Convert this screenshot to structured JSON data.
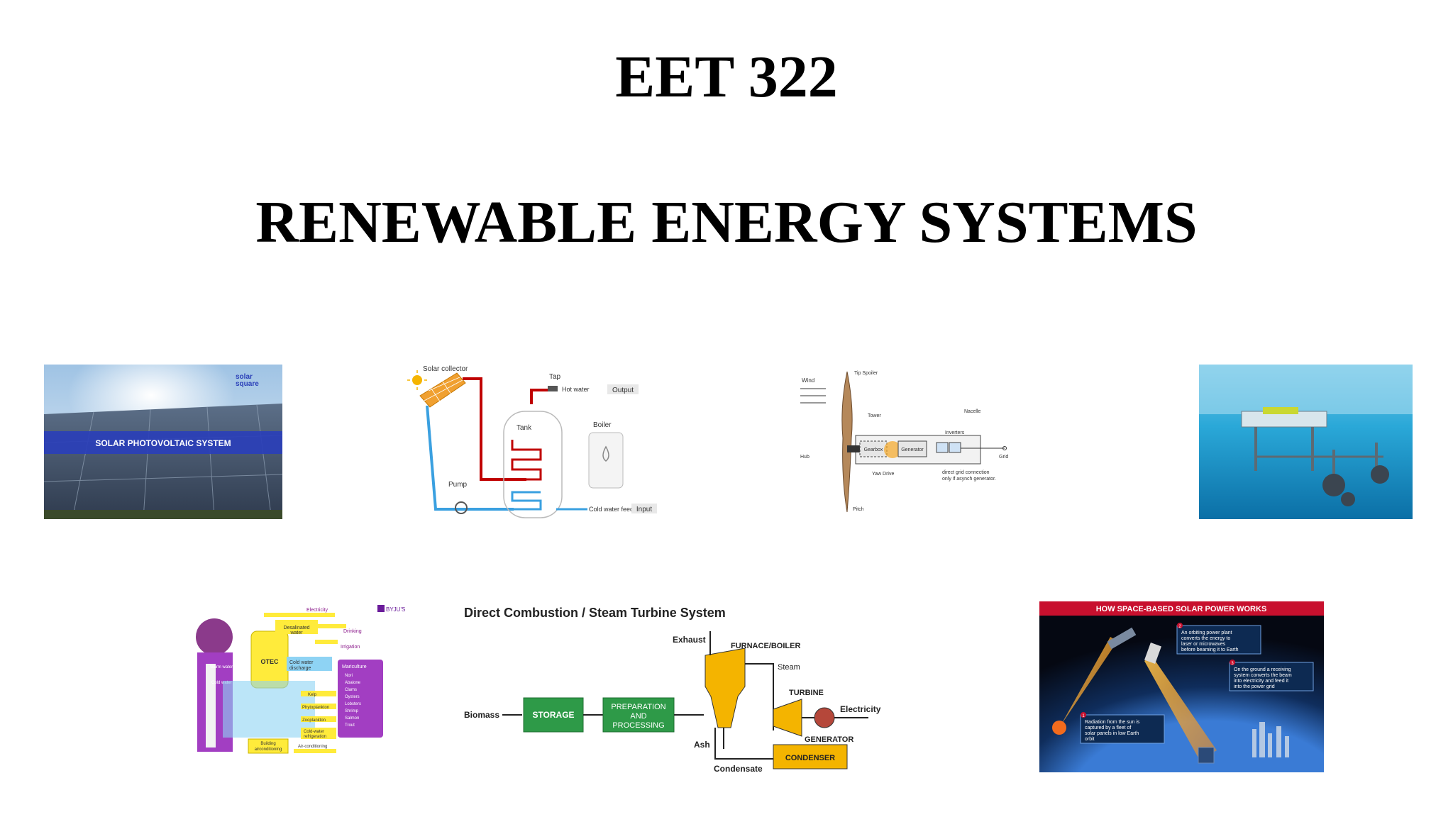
{
  "slide": {
    "title": "EET 322",
    "subtitle": "RENEWABLE ENERGY SYSTEMS"
  },
  "solar_pv": {
    "brand_line1": "solar",
    "brand_line2": "square",
    "banner": "SOLAR PHOTOVOLTAIC SYSTEM"
  },
  "solar_thermal": {
    "collector": "Solar collector",
    "tap": "Tap",
    "hot_water": "Hot water",
    "output": "Output",
    "tank": "Tank",
    "boiler": "Boiler",
    "pump": "Pump",
    "cold_feed": "Cold water feed",
    "input": "Input"
  },
  "wind": {
    "wind": "Wind",
    "tip_spoiler": "Tip Spoiler",
    "tower": "Tower",
    "nacelle": "Nacelle",
    "inverters": "Inverters",
    "hub": "Hub",
    "gearbox": "Gearbox",
    "generator": "Generator",
    "grid": "Grid",
    "yaw_drive": "Yaw Drive",
    "direct_grid_1": "direct grid connection",
    "direct_grid_2": "only if asynch generator.",
    "pitch": "Pitch"
  },
  "otec": {
    "brand": "BYJU'S",
    "electricity": "Electricity",
    "desalinated": "Desalinated",
    "water": "water",
    "drinking": "Drinking",
    "irrigation": "Irrigation",
    "otec": "OTEC",
    "cold_discharge_1": "Cold water",
    "cold_discharge_2": "discharge",
    "warm_water": "Warm water",
    "cold_water": "Cold water",
    "mariculture": "Mariculture",
    "species": [
      "Nori",
      "Abalone",
      "Clams",
      "Oysters",
      "Lobsters",
      "Shrimp",
      "Salmon",
      "Trout"
    ],
    "kelp": "Kelp",
    "phytoplankton": "Phytoplankton",
    "zooplankton": "Zooplankton",
    "cold_refrig_1": "Cold-water",
    "cold_refrig_2": "refrigeration",
    "building_1": "Building",
    "building_2": "airconditioning",
    "air_cond": "Air-conditioning"
  },
  "combustion": {
    "title": "Direct Combustion / Steam Turbine System",
    "exhaust": "Exhaust",
    "furnace": "FURNACE/BOILER",
    "steam": "Steam",
    "turbine": "TURBINE",
    "electricity": "Electricity",
    "biomass": "Biomass",
    "storage": "STORAGE",
    "prep_1": "PREPARATION",
    "prep_2": "AND",
    "prep_3": "PROCESSING",
    "generator": "GENERATOR",
    "ash": "Ash",
    "condenser": "CONDENSER",
    "condensate": "Condensate"
  },
  "space_solar": {
    "title": "HOW SPACE-BASED SOLAR POWER WORKS",
    "step1": [
      "Radiation from the sun is",
      "captured by a fleet of",
      "solar panels in low Earth",
      "orbit"
    ],
    "step2": [
      "An orbiting power plant",
      "converts the energy to",
      "laser or microwaves",
      "before beaming it to Earth"
    ],
    "step3": [
      "On the ground a receiving",
      "system converts the beam",
      "into electricity and feed it",
      "into the power grid"
    ],
    "n1": "1",
    "n2": "2",
    "n3": "3"
  }
}
